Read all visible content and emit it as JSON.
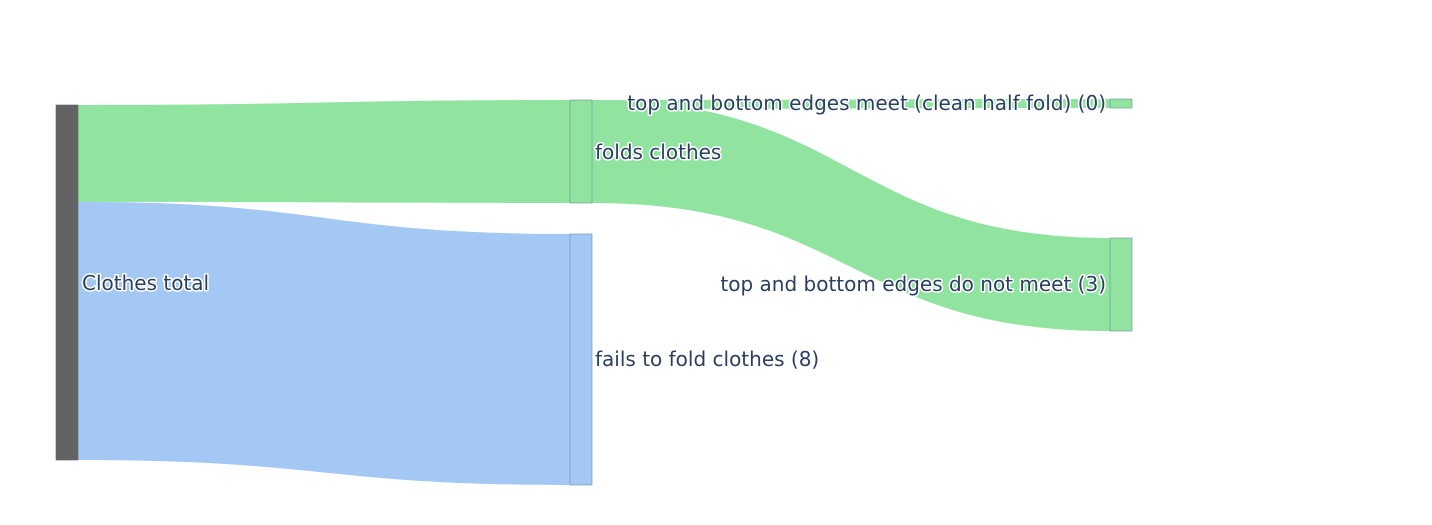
{
  "chart_data": {
    "type": "sankey",
    "nodes": [
      {
        "id": "total",
        "label": "Clothes total",
        "value": 11,
        "color": "#636363"
      },
      {
        "id": "folds",
        "label": "folds clothes",
        "value": 3,
        "color": "#90e4a0"
      },
      {
        "id": "fails",
        "label": "fails to fold clothes (8)",
        "value": 8,
        "color": "#a3c8f3"
      },
      {
        "id": "meet",
        "label": "top and bottom edges meet (clean half fold) (0)",
        "value": 0,
        "color": "#90e4a0"
      },
      {
        "id": "nomeet",
        "label": "top and bottom edges do not meet (3)",
        "value": 3,
        "color": "#90e4a0"
      }
    ],
    "links": [
      {
        "source": "total",
        "target": "folds",
        "value": 3,
        "color": "#90e4a0"
      },
      {
        "source": "total",
        "target": "fails",
        "value": 8,
        "color": "#a3c8f3"
      },
      {
        "source": "folds",
        "target": "meet",
        "value": 0,
        "color": "#90e4a0"
      },
      {
        "source": "folds",
        "target": "nomeet",
        "value": 3,
        "color": "#90e4a0"
      }
    ]
  }
}
